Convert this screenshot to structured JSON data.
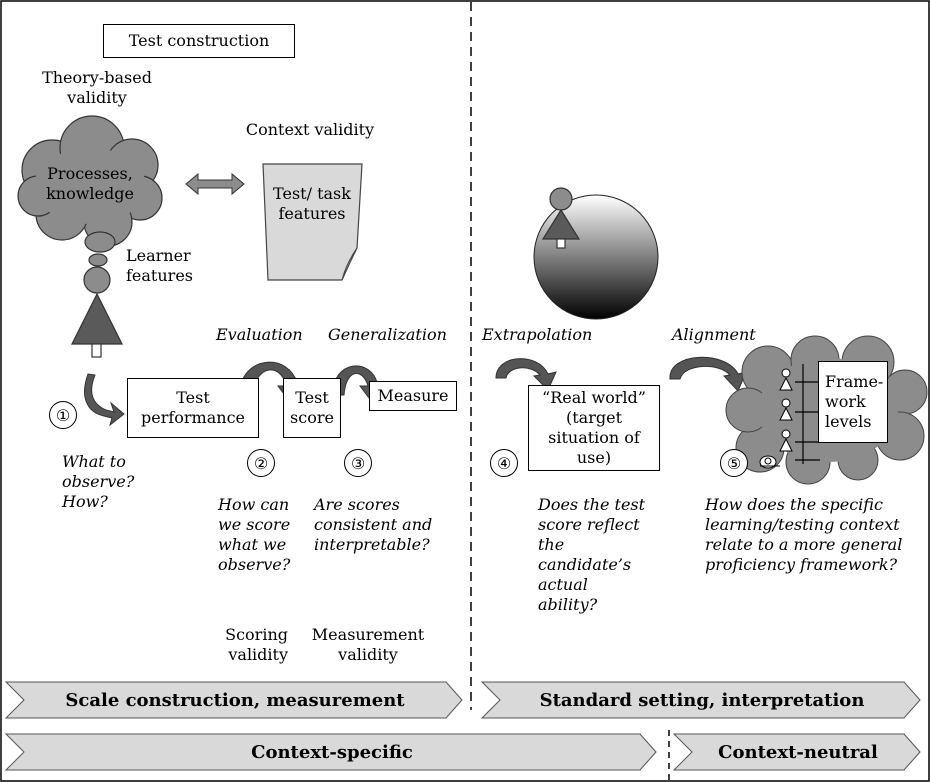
{
  "top_box": "Test construction",
  "theory_validity": "Theory-based validity",
  "cloud_text": "Processes, knowledge",
  "context_validity": "Context validity",
  "task_doc": "Test/ task features",
  "learner_features": "Learner features",
  "arrow_labels": {
    "evaluation": "Evaluation",
    "generalization": "Generalization",
    "extrapolation": "Extrapolation",
    "alignment": "Alignment"
  },
  "boxes": {
    "test_performance": "Test performance",
    "test_score": "Test score",
    "measure": "Measure",
    "real_world": "“Real world” (target situation of use)",
    "framework": "Frame-work levels"
  },
  "numbers": [
    "①",
    "②",
    "③",
    "④",
    "⑤"
  ],
  "questions": {
    "q1": "What to observe? How?",
    "q2": "How can we score what we observe?",
    "q3": "Are scores consistent and interpretable?",
    "q4": "Does the test score reflect the candidate’s actual ability?",
    "q5": "How does the specific learning/testing context relate to a more general proficiency framework?"
  },
  "validity_labels": {
    "scoring": "Scoring validity",
    "measurement": "Measurement validity"
  },
  "bars": {
    "scale": "Scale construction, measurement",
    "standard": "Standard setting, interpretation",
    "specific": "Context-specific",
    "neutral": "Context-neutral"
  },
  "colors": {
    "cloud_fill": "#8c8c8c",
    "doc_fill": "#d9d9d9",
    "bar_fill": "#d9d9d9",
    "arrow_fill": "#555555"
  }
}
